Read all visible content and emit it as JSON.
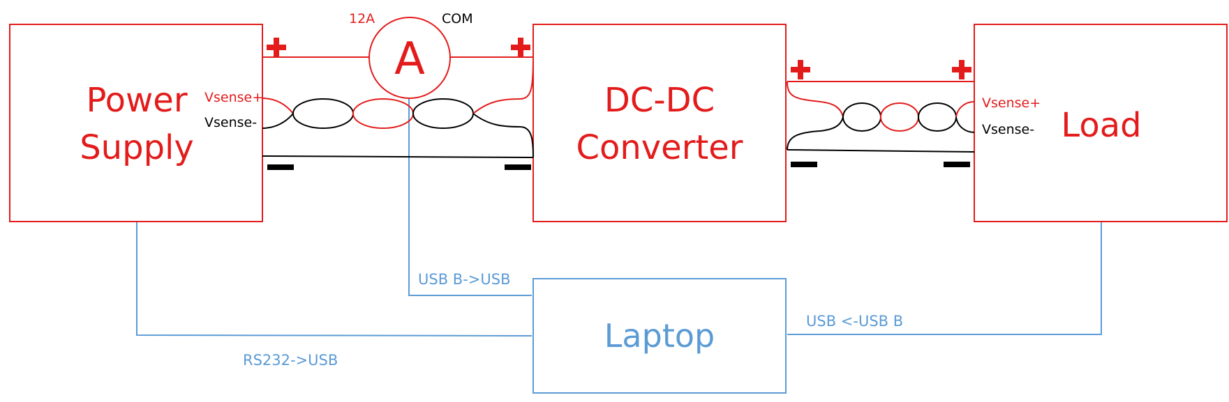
{
  "blocks": {
    "power_supply": {
      "line1": "Power",
      "line2": "Supply"
    },
    "dcdc": {
      "line1": "DC-DC",
      "line2": "Converter"
    },
    "load": {
      "label": "Load"
    },
    "laptop": {
      "label": "Laptop"
    }
  },
  "ammeter": {
    "symbol": "A",
    "terminal_current": "12A",
    "terminal_common": "COM"
  },
  "sense": {
    "ps_plus": "Vsense+",
    "ps_minus": "Vsense-",
    "load_plus": "Vsense+",
    "load_minus": "Vsense-"
  },
  "links": {
    "ammeter_to_laptop": "USB B->USB",
    "ps_to_laptop": "RS232->USB",
    "load_to_laptop": "USB <-USB B"
  },
  "colors": {
    "power": "#e31b1b",
    "negative": "#000000",
    "data": "#5b9bd5"
  },
  "icons": {
    "positive_terminal": "plus-icon",
    "negative_terminal": "minus-icon"
  }
}
